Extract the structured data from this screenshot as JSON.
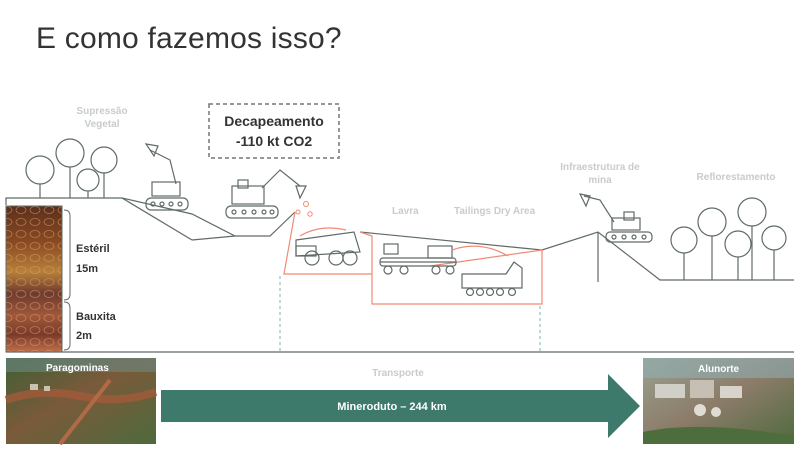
{
  "title": "E como fazemos isso?",
  "stages": {
    "supressao": [
      "Supressão",
      "Vegetal"
    ],
    "decapeamento": [
      "Decapeamento",
      "-110 kt CO2"
    ],
    "lavra": "Lavra",
    "tailings": "Tailings Dry Area",
    "infra": [
      "Infraestrutura de",
      "mina"
    ],
    "reflorestamento": "Reflorestamento"
  },
  "soil_profile": {
    "esteril": {
      "label": "Estéril",
      "depth": "15m"
    },
    "bauxita": {
      "label": "Bauxita",
      "depth": "2m"
    }
  },
  "transport": {
    "label": "Transporte",
    "origin": "Paragominas",
    "destination": "Alunorte",
    "pipeline": "Mineroduto – 244 km"
  },
  "colors": {
    "line": "#5f6b66",
    "highlight": "#f08a74",
    "dashed": "#7ab7b0",
    "arrow": "#3e7a6c",
    "label_light": "#c8cccb"
  }
}
